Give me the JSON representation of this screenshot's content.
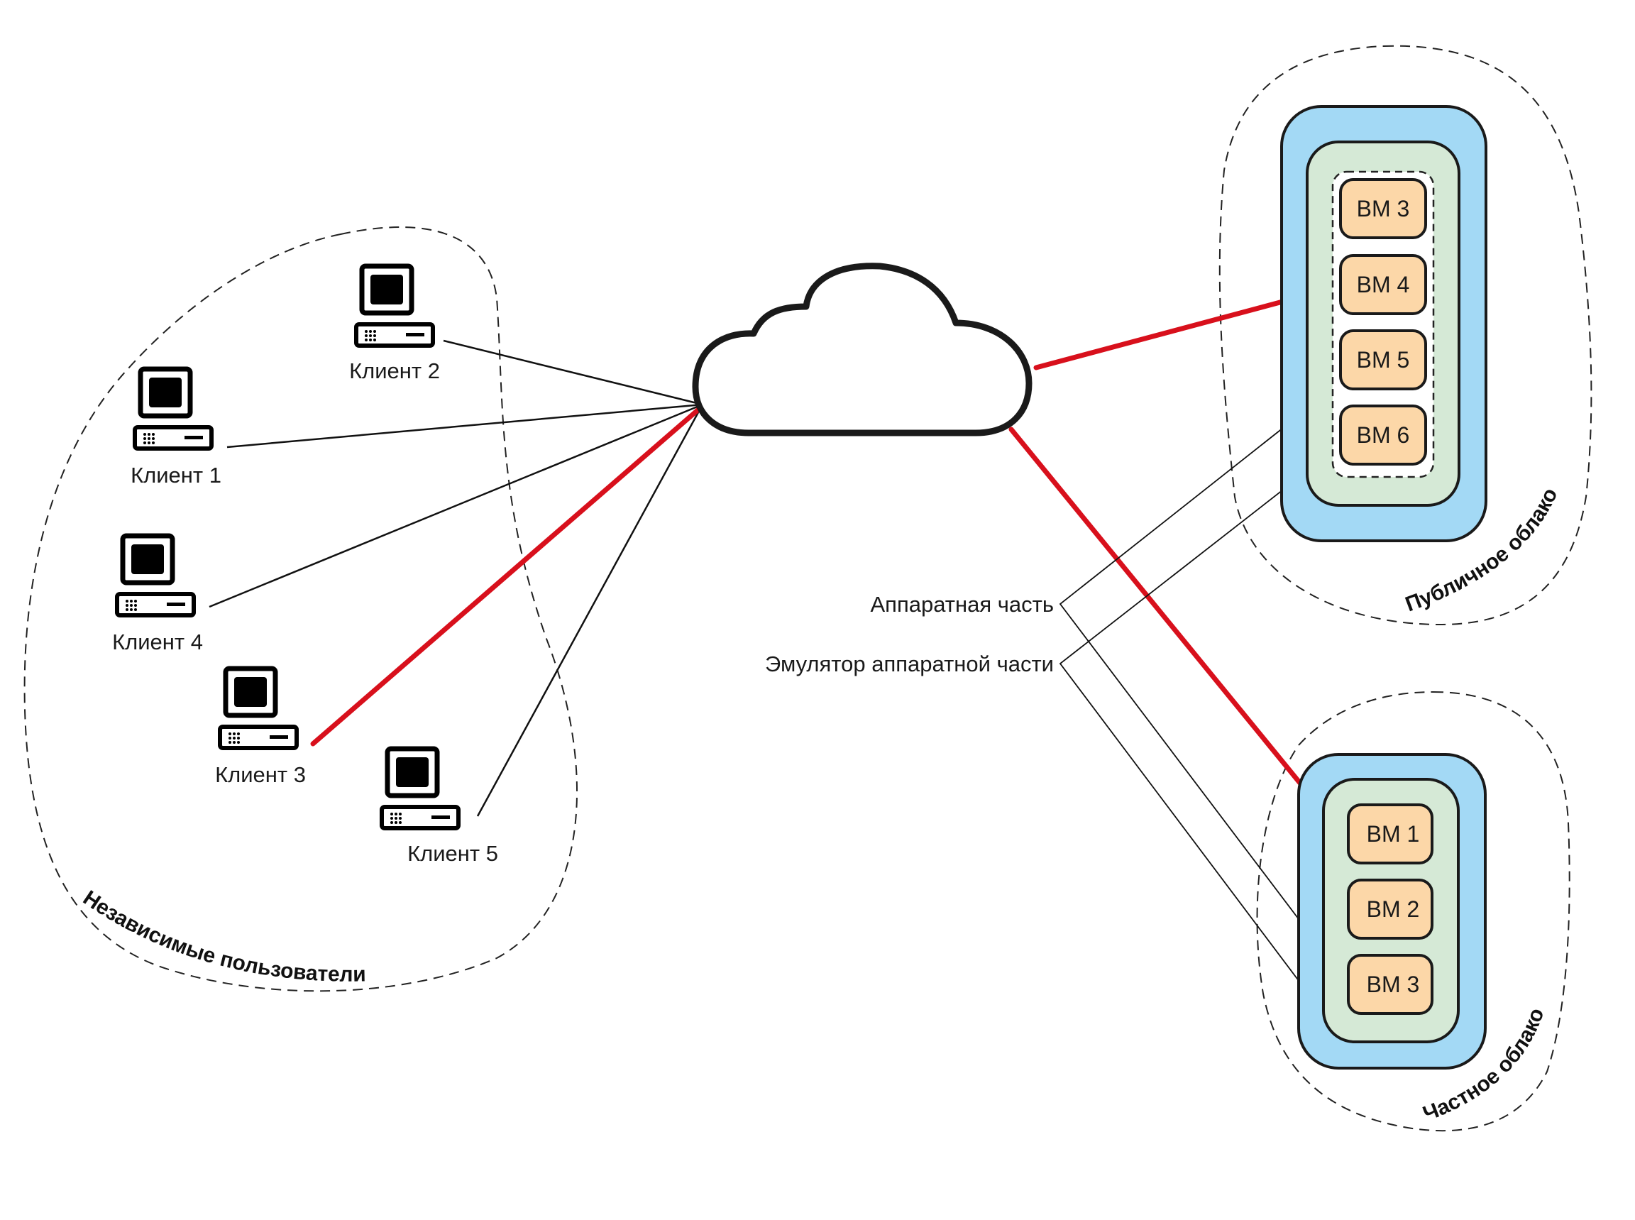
{
  "diagram": {
    "colors": {
      "link_highlight": "#d8101c",
      "link_normal": "#111111",
      "hardware_fill": "#a3d9f5",
      "emulator_fill": "#d5e9d6",
      "vm_fill": "#fcd7a8",
      "outline": "#1a1a1a"
    },
    "internet_cloud": {
      "icon": "cloud-icon"
    },
    "groups": {
      "independent_users": {
        "label": "Независимые пользователи"
      },
      "public_cloud": {
        "label": "Публичное облако"
      },
      "private_cloud": {
        "label": "Частное облако"
      }
    },
    "clients": [
      {
        "id": "client-1",
        "label": "Клиент 1",
        "icon": "computer-icon",
        "highlighted": false
      },
      {
        "id": "client-2",
        "label": "Клиент 2",
        "icon": "computer-icon",
        "highlighted": false
      },
      {
        "id": "client-3",
        "label": "Клиент 3",
        "icon": "computer-icon",
        "highlighted": true
      },
      {
        "id": "client-4",
        "label": "Клиент 4",
        "icon": "computer-icon",
        "highlighted": false
      },
      {
        "id": "client-5",
        "label": "Клиент 5",
        "icon": "computer-icon",
        "highlighted": false
      }
    ],
    "public_cloud_vms": [
      {
        "label": "ВМ 3",
        "highlighted": false
      },
      {
        "label": "ВМ 4",
        "highlighted": true
      },
      {
        "label": "ВМ 5",
        "highlighted": false
      },
      {
        "label": "ВМ 6",
        "highlighted": false
      }
    ],
    "private_cloud_vms": [
      {
        "label": "ВМ 1",
        "highlighted": true
      },
      {
        "label": "ВМ 2",
        "highlighted": false
      },
      {
        "label": "ВМ 3",
        "highlighted": false
      }
    ],
    "legend": {
      "hardware": "Аппаратная часть",
      "emulator": "Эмулятор аппаратной части"
    }
  }
}
